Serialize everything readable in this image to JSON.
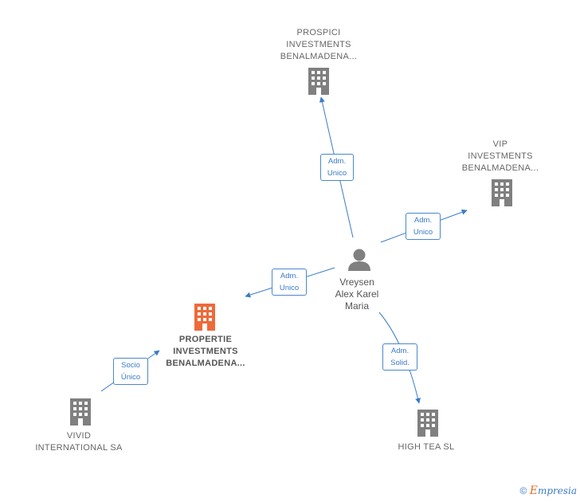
{
  "nodes": {
    "prospici": {
      "line1": "PROSPICI",
      "line2": "INVESTMENTS",
      "line3": "BENALMADENA..."
    },
    "vip": {
      "line1": "VIP",
      "line2": "INVESTMENTS",
      "line3": "BENALMADENA..."
    },
    "propertie": {
      "line1": "PROPERTIE",
      "line2": "INVESTMENTS",
      "line3": "BENALMADENA..."
    },
    "vivid": {
      "line1": "VIVID",
      "line2": "INTERNATIONAL SA"
    },
    "hightea": {
      "line1": "HIGH TEA SL"
    },
    "person": {
      "line1": "Vreysen",
      "line2": "Alex Karel",
      "line3": "Maria"
    }
  },
  "edges": {
    "to_prospici": {
      "line1": "Adm.",
      "line2": "Unico"
    },
    "to_vip": {
      "line1": "Adm.",
      "line2": "Unico"
    },
    "to_propertie": {
      "line1": "Adm.",
      "line2": "Unico"
    },
    "to_hightea": {
      "line1": "Adm.",
      "line2": "Solid."
    },
    "vivid_to_propertie": {
      "line1": "Socio",
      "line2": "Único"
    }
  },
  "footer": {
    "copyright": "©",
    "brand_first": "E",
    "brand_rest": "mpresia"
  },
  "colors": {
    "edge": "#3a7bc8",
    "building": "#808080",
    "highlight": "#ee6a3a",
    "person": "#808080"
  }
}
